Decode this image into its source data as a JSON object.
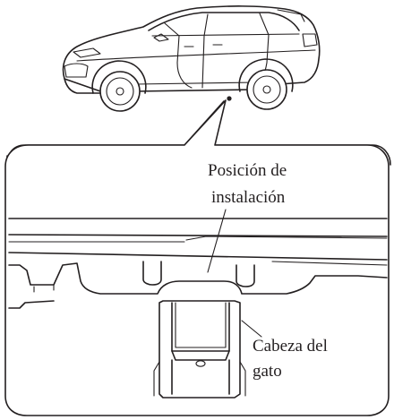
{
  "callouts": {
    "install_position_line1": "Posición de",
    "install_position_line2": "instalación",
    "jack_head_line1": "Cabeza del",
    "jack_head_line2": "gato"
  },
  "colors": {
    "ink": "#231f20",
    "background": "#ffffff"
  }
}
